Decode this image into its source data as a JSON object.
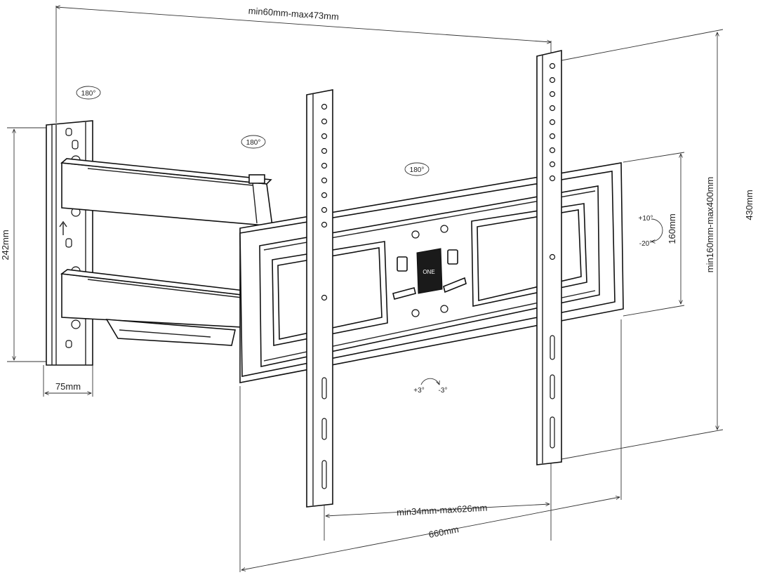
{
  "dimensions": {
    "arm_reach": "min60mm-max473mm",
    "plate_height": "242mm",
    "plate_width": "75mm",
    "vesa_h": "min34mm-max626mm",
    "overall_w": "660mm",
    "frame_h": "160mm",
    "vesa_v": "min160mm-max400mm",
    "overall_h": "430mm"
  },
  "angles": {
    "swivel_wall": "180°",
    "swivel_mid": "180°",
    "swivel_head": "180°",
    "tilt_up": "+10°",
    "tilt_down": "-20°",
    "level_plus": "+3°",
    "level_minus": "-3°"
  },
  "logo": {
    "text": "ONE"
  }
}
